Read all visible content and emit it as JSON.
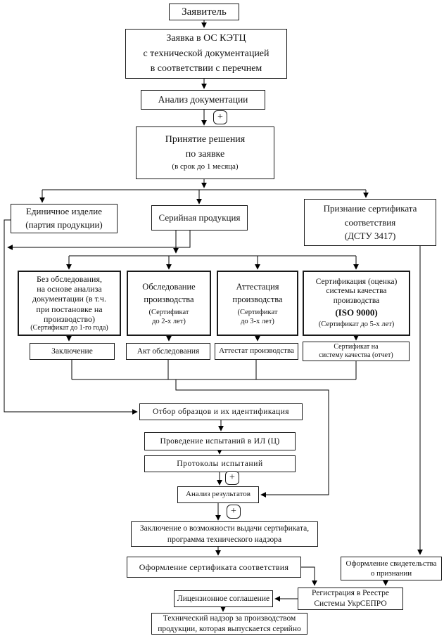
{
  "nodes": {
    "applicant": {
      "label": "Заявитель"
    },
    "application": {
      "lines": [
        "Заявка в ОС КЭТЦ",
        "с технической документацией",
        "в соответствии с перечнем"
      ]
    },
    "doc_analysis": {
      "label": "Анализ документации"
    },
    "decision": {
      "lines": [
        "Принятие решения",
        "по заявке"
      ],
      "note": "(в срок до 1 месяца)"
    },
    "single_item": {
      "lines": [
        "Единичное изделие",
        "(партия продукции)"
      ]
    },
    "serial_production": {
      "label": "Серийная продукция"
    },
    "recognition": {
      "lines": [
        "Признание сертификата",
        "соответствия",
        "(ДСТУ 3417)"
      ]
    },
    "without_survey": {
      "lines": [
        "Без обследования,",
        "на основе анализа",
        "документации (в т.ч.",
        "при постановке на",
        "производство)"
      ],
      "note": "(Сертификат до 1-го года)"
    },
    "production_survey": {
      "lines": [
        "Обследование",
        "производства"
      ],
      "note_lines": [
        "(Сертификат",
        "до 2-х лет)"
      ]
    },
    "production_attestation": {
      "lines": [
        "Аттестация",
        "производства"
      ],
      "note_lines": [
        "(Сертификат",
        "до 3-х лет)"
      ]
    },
    "quality_system_cert": {
      "lines": [
        "Сертификация (оценка)",
        "системы качества",
        "производства"
      ],
      "iso": "(ISO 9000)",
      "note": "(Сертификат до 5-х лет)"
    },
    "conclusion": {
      "label": "Заключение"
    },
    "survey_act": {
      "label": "Акт обследования"
    },
    "attestation_certificate": {
      "label": "Аттестат производства"
    },
    "quality_system_certificate": {
      "lines": [
        "Сертификат на",
        "систему качества (отчет)"
      ]
    },
    "sampling": {
      "label": "Отбор образцов и их идентификация"
    },
    "testing": {
      "label": "Проведение испытаний в ИЛ (Ц)"
    },
    "protocols": {
      "label": "Протоколы испытаний"
    },
    "results_analysis": {
      "label": "Анализ результатов"
    },
    "issue_conclusion": {
      "lines": [
        "Заключение о возможности выдачи сертификата,",
        "программа технического надзора"
      ]
    },
    "certificate_issue": {
      "label": "Оформление сертификата соответствия"
    },
    "recognition_certificate_issue": {
      "lines": [
        "Оформление свидетельства",
        "о признании"
      ]
    },
    "registry": {
      "lines": [
        "Регистрация в Реестре",
        "Системы УкрСЕПРО"
      ]
    },
    "license_agreement": {
      "label": "Лицензионное соглашение"
    },
    "tech_supervision": {
      "lines": [
        "Технический надзор за производством",
        "продукции, которая выпускается серийно"
      ]
    }
  },
  "symbols": {
    "plus": "+"
  },
  "colors": {
    "line": "#000000",
    "box_border": "#1a1a1a",
    "background": "#ffffff",
    "text": "#111111"
  }
}
